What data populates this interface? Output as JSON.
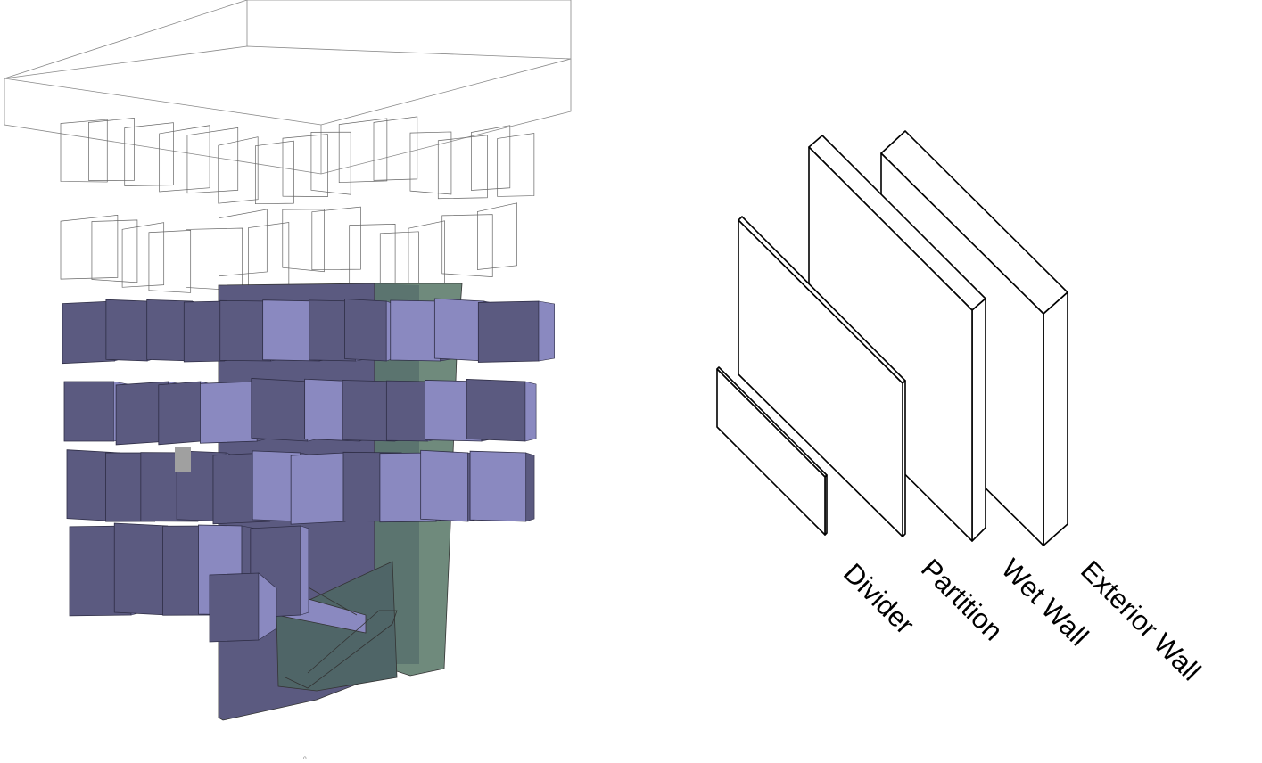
{
  "legend": {
    "items": [
      {
        "label": "Divider"
      },
      {
        "label": "Partition"
      },
      {
        "label": "Wet Wall"
      },
      {
        "label": "Exterior Wall"
      }
    ]
  },
  "colors": {
    "panel_dark": "#5b5a80",
    "panel_light": "#8a89c0",
    "core_green": "#6f8a7c",
    "core_green_dark": "#4f6567",
    "outline": "#555555"
  }
}
